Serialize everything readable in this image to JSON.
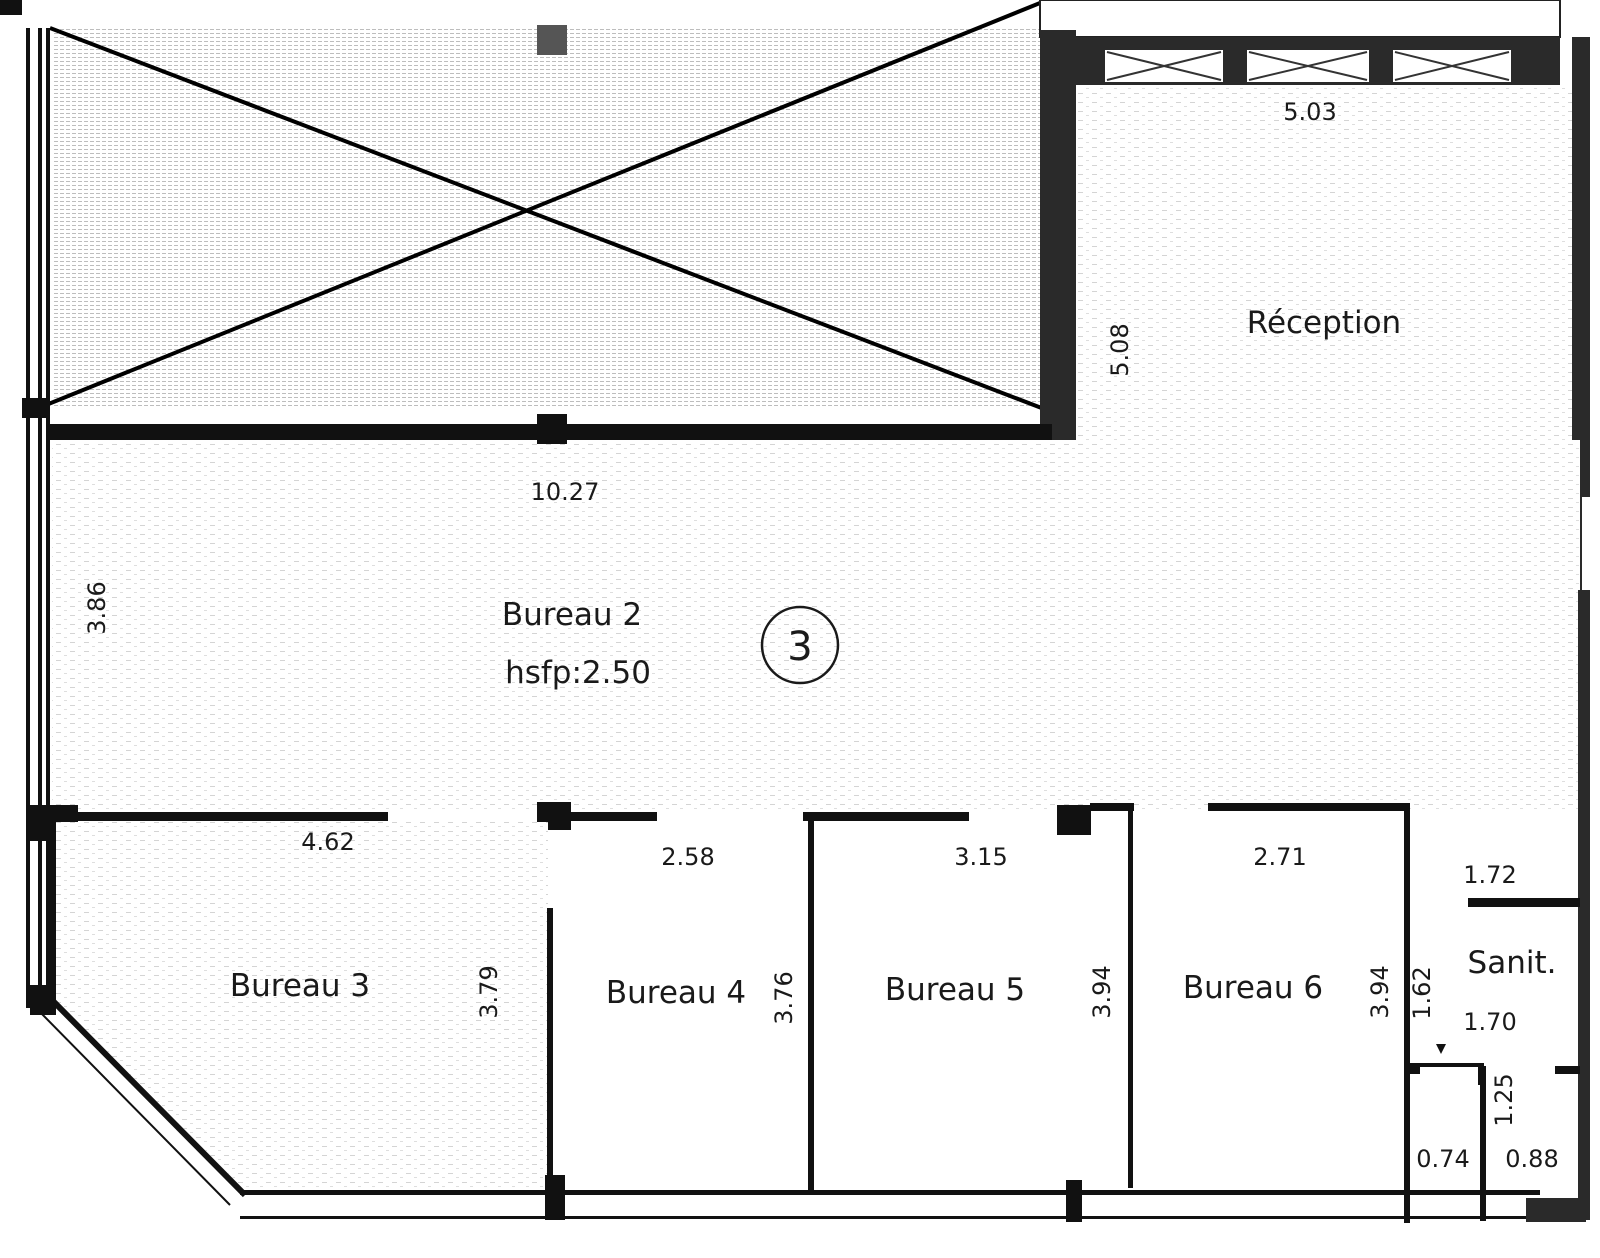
{
  "plan": {
    "level_marker": "3",
    "rooms": [
      {
        "id": "voided-area",
        "label": "",
        "crossed_out": true
      },
      {
        "id": "reception",
        "label": "Réception",
        "dims": [
          "5.03",
          "5.08"
        ]
      },
      {
        "id": "bureau-2",
        "label": "Bureau  2",
        "note": "hsfp:2.50",
        "dims": [
          "10.27",
          "3.86"
        ]
      },
      {
        "id": "bureau-3",
        "label": "Bureau  3",
        "dims": [
          "4.62",
          "3.79"
        ]
      },
      {
        "id": "bureau-4",
        "label": "Bureau  4",
        "dims": [
          "2.58",
          "3.76"
        ]
      },
      {
        "id": "bureau-5",
        "label": "Bureau  5",
        "dims": [
          "3.15",
          "3.94"
        ]
      },
      {
        "id": "bureau-6",
        "label": "Bureau  6",
        "dims": [
          "2.71",
          "3.94"
        ]
      },
      {
        "id": "sanit",
        "label": "Sanit.",
        "dims": [
          "1.72",
          "1.62",
          "1.70",
          "1.25",
          "0.74",
          "0.88"
        ]
      }
    ]
  },
  "labels": {
    "reception": "Réception",
    "reception_w": "5.03",
    "reception_h": "5.08",
    "bureau2": "Bureau  2",
    "bureau2_hsfp": "hsfp:2.50",
    "bureau2_w": "10.27",
    "bureau2_h": "3.86",
    "marker": "3",
    "bureau3": "Bureau  3",
    "bureau3_w": "4.62",
    "bureau3_h": "3.79",
    "bureau4": "Bureau  4",
    "bureau4_w": "2.58",
    "bureau4_h": "3.76",
    "bureau5": "Bureau  5",
    "bureau5_w": "3.15",
    "bureau5_h": "3.94",
    "bureau6": "Bureau  6",
    "bureau6_w": "2.71",
    "bureau6_h": "3.94",
    "sanit": "Sanit.",
    "sanit_corridor_w": "1.72",
    "sanit_h": "1.62",
    "sanit_w": "1.70",
    "wc_h": "1.25",
    "wc1_w": "0.74",
    "wc2_w": "0.88"
  },
  "colors": {
    "wall": "#111111",
    "background": "#ffffff",
    "text": "#1a1a1a",
    "hatch": "#d6d6d6"
  }
}
